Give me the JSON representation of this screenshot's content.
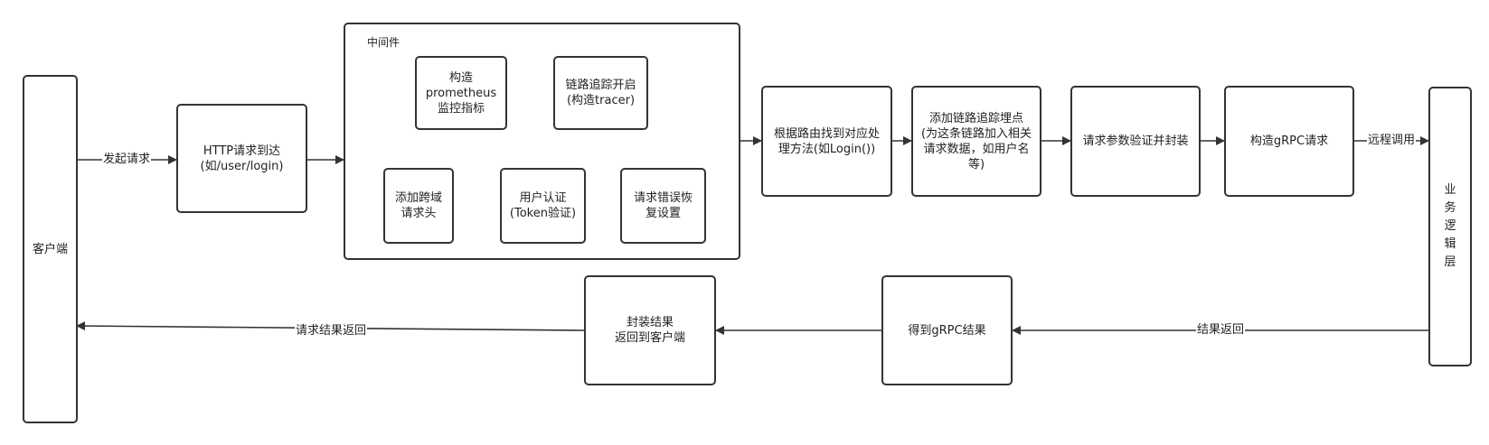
{
  "nodes": {
    "client": "客户端",
    "http": "HTTP请求到达\n(如/user/login)",
    "middleware_title": "中间件",
    "prometheus": "构造\nprometheus\n监控指标",
    "tracing": "链路追踪开启\n(构造tracer)",
    "cors": "添加跨域\n请求头",
    "auth": "用户认证\n(Token验证)",
    "recover": "请求错误恢\n复设置",
    "route": "根据路由找到对应处\n理方法(如Login())",
    "trace_point": "添加链路追踪埋点\n(为这条链路加入相关\n请求数据，如用户名\n等)",
    "validate": "请求参数验证并封装",
    "grpc_req": "构造gRPC请求",
    "business": "业\n务\n逻\n辑\n层",
    "grpc_res": "得到gRPC结果",
    "wrap": "封装结果\n返回到客户端"
  },
  "edges": {
    "initiate": "发起请求",
    "remote_call": "远程调用",
    "result_return": "结果返回",
    "request_result_return": "请求结果返回"
  }
}
